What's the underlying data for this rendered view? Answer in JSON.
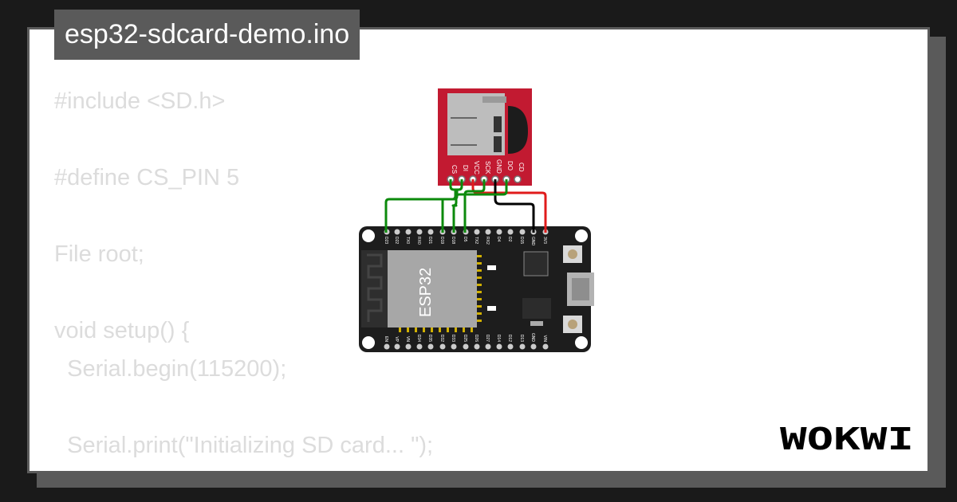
{
  "project": {
    "filename": "esp32-sdcard-demo.ino"
  },
  "code_lines": [
    "#include <SD.h>",
    "",
    "#define CS_PIN 5",
    "",
    "File root;",
    "",
    "void setup() {",
    "  Serial.begin(115200);",
    "",
    "  Serial.print(\"Initializing SD card... \");"
  ],
  "sd_module": {
    "pin_labels": [
      "CS",
      "DI",
      "VCC",
      "SCK",
      "GND",
      "DO",
      "CD"
    ]
  },
  "esp32": {
    "chip_label": "ESP32",
    "top_pins": [
      "D23",
      "D22",
      "TX0",
      "RX0",
      "D21",
      "D19",
      "D18",
      "D5",
      "TX2",
      "RX2",
      "D4",
      "D2",
      "D15",
      "GND",
      "3V3"
    ],
    "bottom_pins": [
      "EN",
      "VP",
      "VN",
      "D34",
      "D35",
      "D32",
      "D33",
      "D25",
      "D26",
      "D27",
      "D14",
      "D12",
      "D13",
      "GND",
      "VIN"
    ]
  },
  "brand": {
    "logo_text": "WOKWI"
  },
  "colors": {
    "page_bg": "#1a1a1a",
    "card_bg": "#ffffff",
    "title_bg": "#5a5a5a",
    "code_text": "#dcdcdc",
    "sd_board": "#c21a31",
    "esp_board": "#1d1d1d",
    "wire_signal": "#0c8a0c",
    "wire_power": "#e01b1b",
    "wire_ground": "#000000"
  }
}
